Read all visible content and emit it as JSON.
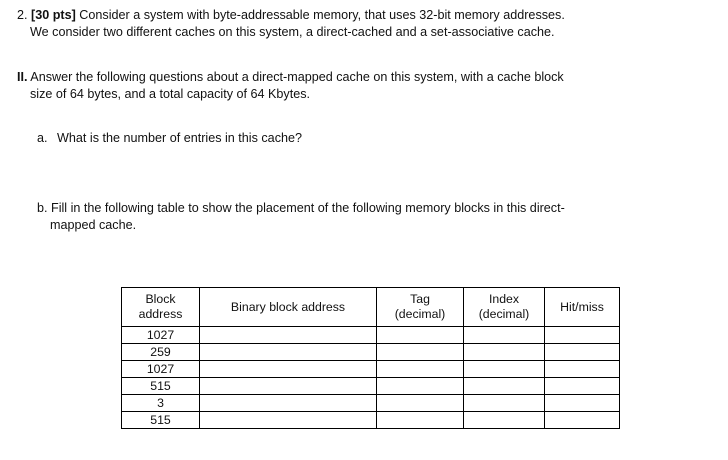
{
  "document": {
    "background_color": "#ffffff",
    "text_color": "#111111"
  },
  "question": {
    "number": "2.",
    "points_badge": "[30 pts]",
    "line1_rest": " Consider a system with byte-addressable memory, that uses 32-bit memory addresses.",
    "line2": "We consider two different caches on this system, a direct-cached and a set-associative cache."
  },
  "part_roman": {
    "marker": "II.",
    "line1_rest": " Answer the following questions about a direct-mapped cache on this system, with a cache block",
    "line2": "size of 64 bytes, and a total capacity of 64 Kbytes."
  },
  "part_a": {
    "marker": "a.",
    "text": "What is the number of entries in this cache?"
  },
  "part_b": {
    "marker": "b.",
    "line1_rest": " Fill in the following table to show the placement of the following memory blocks in this direct-",
    "line2": "mapped cache."
  },
  "table": {
    "headers": [
      {
        "line1": "Block",
        "line2": "address"
      },
      {
        "line1": "Binary block address",
        "line2": ""
      },
      {
        "line1": "Tag",
        "line2": "(decimal)"
      },
      {
        "line1": "Index",
        "line2": "(decimal)"
      },
      {
        "line1": "Hit/miss",
        "line2": ""
      }
    ],
    "rows": [
      {
        "block_address": "1027",
        "binary_block_address": "",
        "tag": "",
        "index": "",
        "hit_miss": ""
      },
      {
        "block_address": "259",
        "binary_block_address": "",
        "tag": "",
        "index": "",
        "hit_miss": ""
      },
      {
        "block_address": "1027",
        "binary_block_address": "",
        "tag": "",
        "index": "",
        "hit_miss": ""
      },
      {
        "block_address": "515",
        "binary_block_address": "",
        "tag": "",
        "index": "",
        "hit_miss": ""
      },
      {
        "block_address": "3",
        "binary_block_address": "",
        "tag": "",
        "index": "",
        "hit_miss": ""
      },
      {
        "block_address": "515",
        "binary_block_address": "",
        "tag": "",
        "index": "",
        "hit_miss": ""
      }
    ]
  }
}
